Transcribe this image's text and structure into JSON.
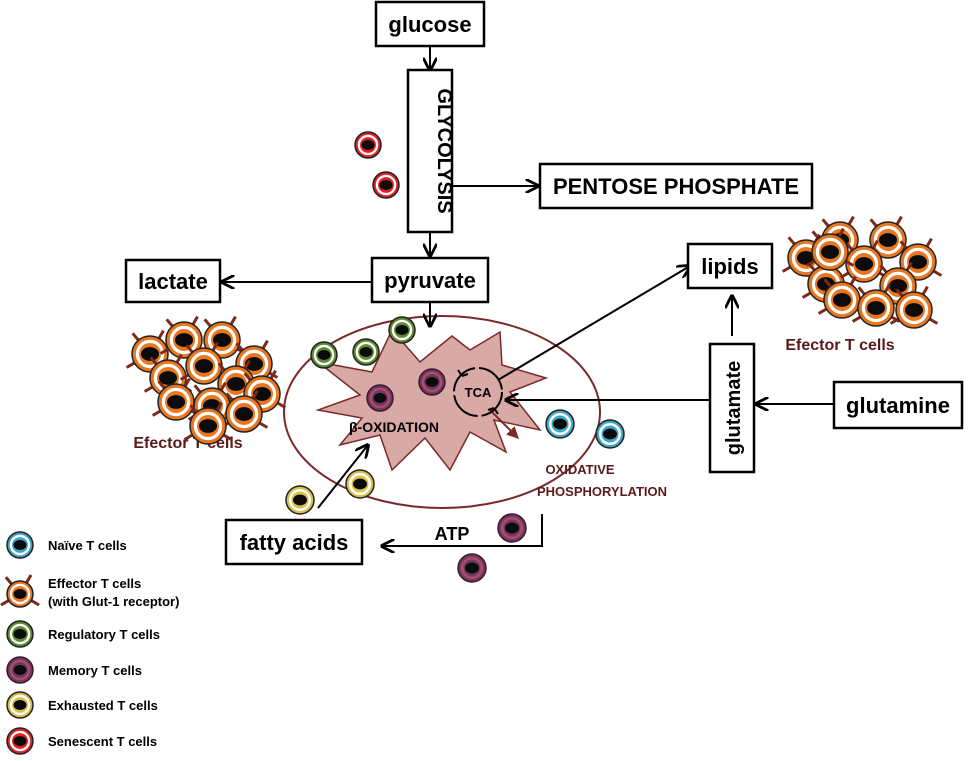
{
  "nodes": {
    "glucose": "glucose",
    "glycolysis": "GLYCOLYSIS",
    "pentose_phosphate": "PENTOSE PHOSPHATE",
    "pyruvate": "pyruvate",
    "lactate": "lactate",
    "lipids": "lipids",
    "glutamate": "glutamate",
    "glutamine": "glutamine",
    "fatty_acids": "fatty acids"
  },
  "labels": {
    "tca": "TCA",
    "beta_oxidation": "β-OXIDATION",
    "oxidative_1": "OXIDATIVE",
    "oxidative_2": "PHOSPHORYLATION",
    "atp": "ATP",
    "effector_left": "Efector T cells",
    "effector_right": "Efector T cells"
  },
  "legend": [
    {
      "label": "Naïve T cells",
      "color": "#3ea6c9",
      "type": "naive"
    },
    {
      "label": "Effector T cells",
      "label2": "(with Glut-1 receptor)",
      "color": "#e8761e",
      "type": "effector"
    },
    {
      "label": "Regulatory T cells",
      "color": "#5d8a32",
      "type": "regulatory"
    },
    {
      "label": "Memory T cells",
      "color": "#6b3a5e",
      "type": "memory"
    },
    {
      "label": "Exhausted T cells",
      "color": "#d8c04a",
      "type": "exhausted"
    },
    {
      "label": "Senescent T cells",
      "color": "#e21f26",
      "type": "senescent"
    }
  ],
  "colors": {
    "naive": "#3ea6c9",
    "effector": "#e8761e",
    "regulatory": "#5d8a32",
    "memory": "#6b3a5e",
    "exhausted": "#d8c04a",
    "senescent": "#e21f26",
    "mitochondria_fill": "#d9a9a6",
    "mitochondria_stroke": "#7a2a2a",
    "receptor": "#7a2a1a"
  }
}
